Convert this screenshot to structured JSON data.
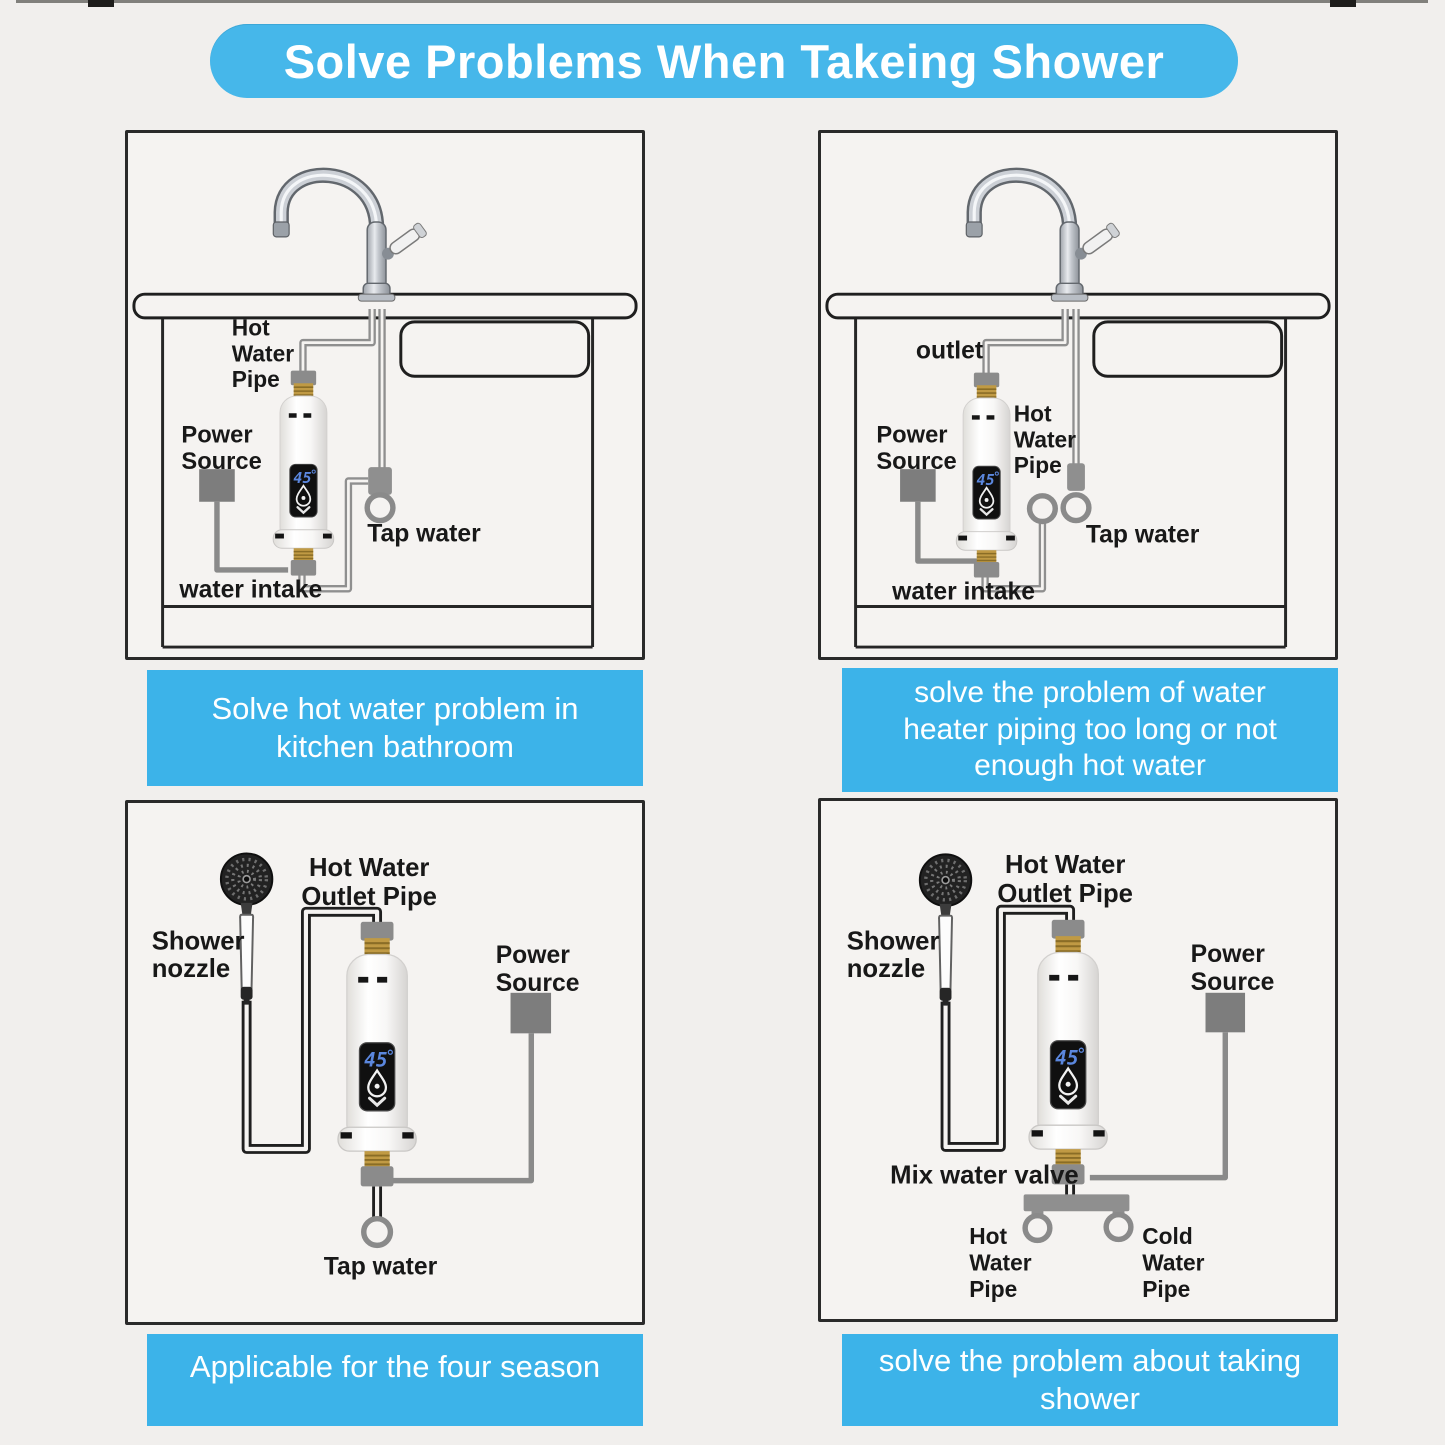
{
  "title": "Solve Problems When Takeing Shower",
  "device": {
    "display_temp": "45"
  },
  "colors": {
    "page_bg": "#f1efed",
    "panel_bg": "#f5f3f1",
    "panel_border": "#2a2a2a",
    "banner_bg": "#46b7ea",
    "caption_bg": "#3cb3e9",
    "caption_text": "#ffffff",
    "label_text": "#181818",
    "pipe_gray": "#8f8f8f",
    "pipe_black": "#1f1f1f",
    "power_gray": "#7d7d7d",
    "brass": "#c09a44",
    "display_text": "#5b87de"
  },
  "panels": [
    {
      "id": "kitchen-left",
      "labels": {
        "hot_water_pipe": [
          "Hot",
          "Water",
          "Pipe"
        ],
        "power_source": [
          "Power",
          "Source"
        ],
        "tap_water": "Tap water",
        "water_intake": "water intake"
      },
      "caption": "Solve hot water problem in kitchen bathroom"
    },
    {
      "id": "kitchen-right",
      "labels": {
        "outlet": "outlet",
        "hot_water_pipe": [
          "Hot",
          "Water",
          "Pipe"
        ],
        "power_source": [
          "Power",
          "Source"
        ],
        "tap_water": "Tap water",
        "water_intake": "water intake"
      },
      "caption": "solve the problem of water heater piping too long or not enough hot water"
    },
    {
      "id": "shower-left",
      "labels": {
        "hot_water_outlet_pipe": [
          "Hot Water",
          "Outlet Pipe"
        ],
        "shower_nozzle": [
          "Shower",
          "nozzle"
        ],
        "power_source": [
          "Power",
          "Source"
        ],
        "tap_water": "Tap water"
      },
      "caption": "Applicable for the four season"
    },
    {
      "id": "shower-right",
      "labels": {
        "hot_water_outlet_pipe": [
          "Hot Water",
          "Outlet Pipe"
        ],
        "shower_nozzle": [
          "Shower",
          "nozzle"
        ],
        "power_source": [
          "Power",
          "Source"
        ],
        "mix_water_valve": "Mix water valve",
        "hot_water_pipe": [
          "Hot",
          "Water",
          "Pipe"
        ],
        "cold_water_pipe": [
          "Cold",
          "Water",
          "Pipe"
        ]
      },
      "caption": "solve the problem about taking shower"
    }
  ]
}
